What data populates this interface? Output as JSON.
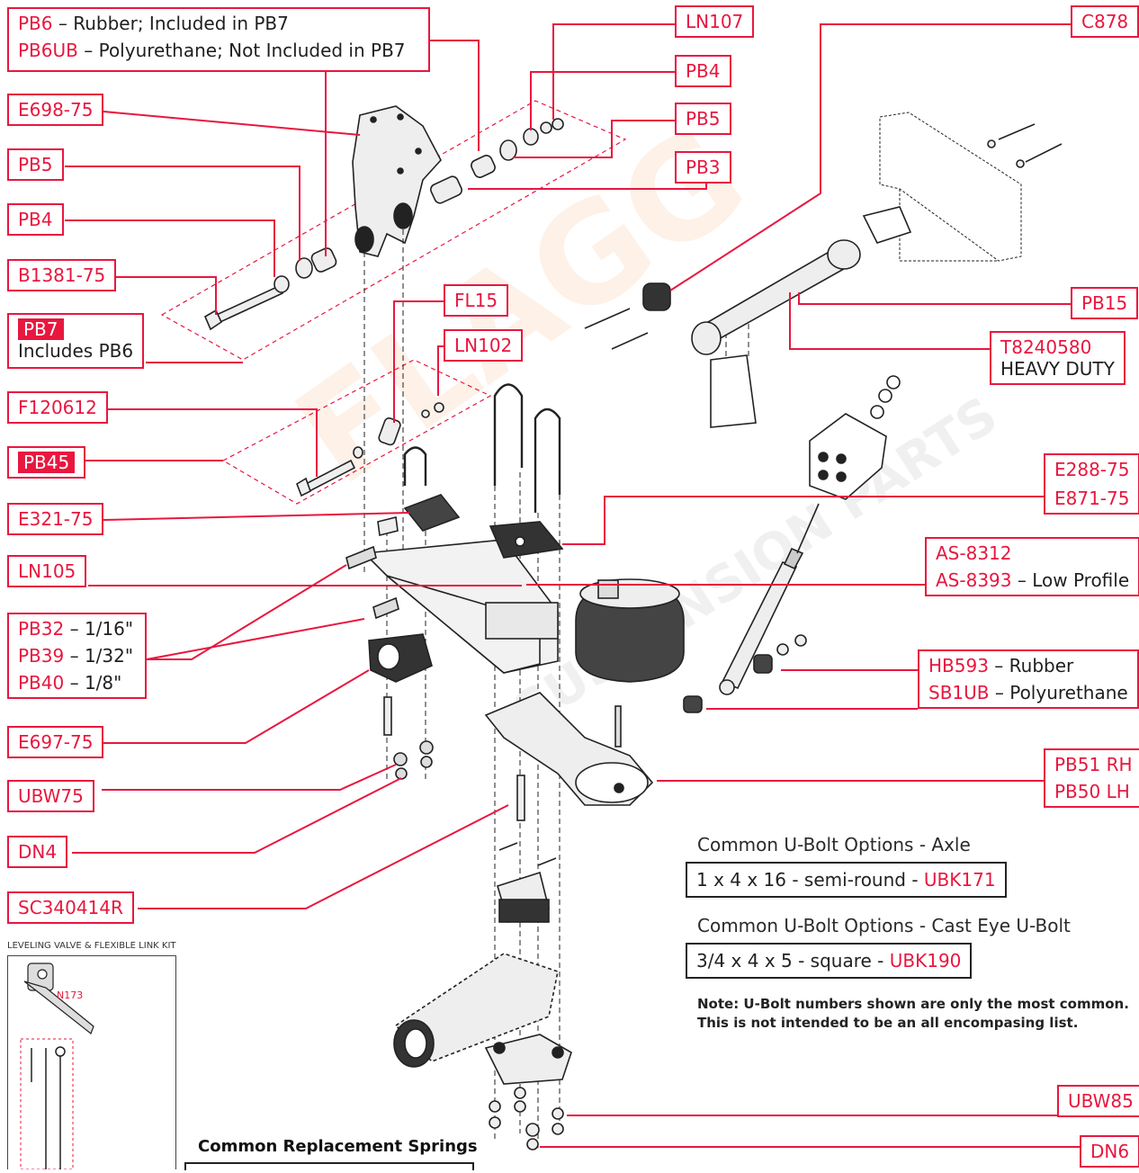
{
  "watermark": {
    "brand": "FLAGG",
    "tagline": "SUSPENSION PARTS"
  },
  "labels": {
    "pb6": {
      "code": "PB6",
      "desc": " – Rubber; Included in PB7"
    },
    "pb6ub": {
      "code": "PB6UB",
      "desc": " – Polyurethane; Not Included in PB7"
    },
    "e698": {
      "code": "E698-75"
    },
    "pb5_left": {
      "code": "PB5"
    },
    "pb4_left": {
      "code": "PB4"
    },
    "b1381": {
      "code": "B1381-75"
    },
    "pb7": {
      "code": "PB7",
      "desc": "Includes PB6"
    },
    "f120612": {
      "code": "F120612"
    },
    "pb45": {
      "code": "PB45"
    },
    "e321": {
      "code": "E321-75"
    },
    "ln105": {
      "code": "LN105"
    },
    "shims": [
      {
        "code": "PB32",
        "desc": " – 1/16\""
      },
      {
        "code": "PB39",
        "desc": " – 1/32\""
      },
      {
        "code": "PB40",
        "desc": " – 1/8\""
      }
    ],
    "e697": {
      "code": "E697-75"
    },
    "ubw75": {
      "code": "UBW75"
    },
    "dn4": {
      "code": "DN4"
    },
    "sc340414r": {
      "code": "SC340414R"
    },
    "ln107": {
      "code": "LN107"
    },
    "pb4_right": {
      "code": "PB4"
    },
    "pb5_right": {
      "code": "PB5"
    },
    "pb3": {
      "code": "PB3"
    },
    "fl15": {
      "code": "FL15"
    },
    "ln102": {
      "code": "LN102"
    },
    "c878": {
      "code": "C878"
    },
    "pb15": {
      "code": "PB15"
    },
    "t8240580": {
      "code": "T8240580",
      "desc": "HEAVY DUTY"
    },
    "e288": {
      "code": "E288-75"
    },
    "e871": {
      "code": "E871-75"
    },
    "as8312": {
      "code": "AS-8312"
    },
    "as8393": {
      "code": "AS-8393",
      "desc": " – Low Profile"
    },
    "hb593": {
      "code": "HB593",
      "desc": " – Rubber"
    },
    "sb1ub": {
      "code": "SB1UB",
      "desc": " – Polyurethane"
    },
    "pb51": {
      "code": "PB51 RH"
    },
    "pb50": {
      "code": "PB50 LH"
    },
    "ubw85": {
      "code": "UBW85"
    },
    "dn6": {
      "code": "DN6"
    }
  },
  "ubolt": {
    "axle_title": "Common U-Bolt Options - Axle",
    "axle_spec": "1 x 4 x 16 - semi-round - ",
    "axle_code": "UBK171",
    "cast_title": "Common U-Bolt Options - Cast Eye U-Bolt",
    "cast_spec": "3/4 x 4 x 5 - square - ",
    "cast_code": "UBK190",
    "note_line1": "Note: U-Bolt numbers shown are only the most common.",
    "note_line2": "This is not intended to be an all encompasing list."
  },
  "kit": {
    "title": "LEVELING VALVE & FLEXIBLE LINK KIT",
    "code": "N173"
  },
  "springs": {
    "title": "Common Replacement Springs"
  }
}
